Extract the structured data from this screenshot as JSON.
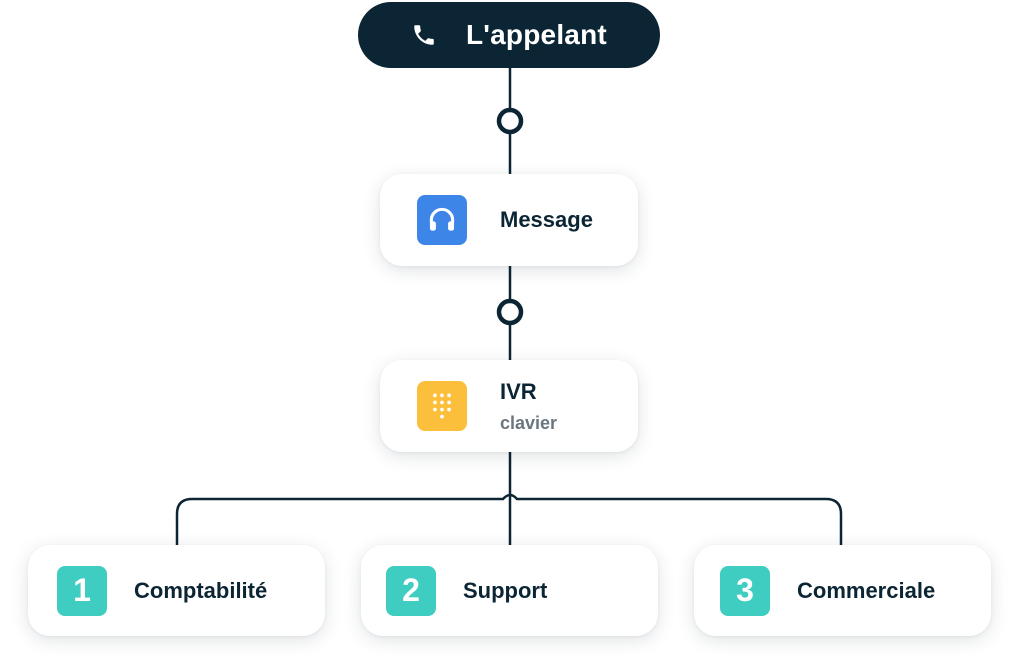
{
  "caller": {
    "label": "L'appelant",
    "icon": "phone-icon"
  },
  "message_node": {
    "title": "Message",
    "icon": "headphones-icon",
    "icon_color": "#3d86e8"
  },
  "ivr_node": {
    "title": "IVR",
    "subtitle": "clavier",
    "icon": "keypad-icon",
    "icon_color": "#fbbf3c"
  },
  "options": [
    {
      "number": "1",
      "label": "Comptabilité"
    },
    {
      "number": "2",
      "label": "Support"
    },
    {
      "number": "3",
      "label": "Commerciale"
    }
  ],
  "colors": {
    "dark": "#0c2534",
    "teal": "#3ecdc0",
    "blue": "#3d86e8",
    "yellow": "#fbbf3c"
  }
}
